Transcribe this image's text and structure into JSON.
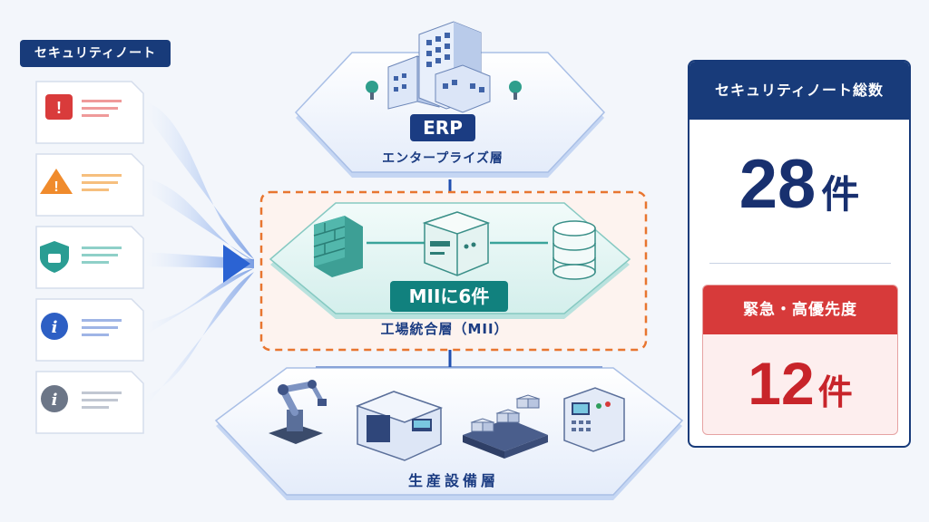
{
  "notes_title": "セキュリティノート",
  "notes": [
    {
      "icon": "error-icon",
      "symbol": "!",
      "color": "#d93b3b",
      "line_color": "#ef9a9a"
    },
    {
      "icon": "warning-icon",
      "symbol": "!",
      "color": "#f08b2c",
      "line_color": "#f6bf7e"
    },
    {
      "icon": "shield-icon",
      "symbol": "",
      "color": "#2a9d93",
      "line_color": "#8fd0c8"
    },
    {
      "icon": "info-icon",
      "symbol": "i",
      "color": "#2d5fc4",
      "line_color": "#9fb5e6"
    },
    {
      "icon": "info-gray-icon",
      "symbol": "i",
      "color": "#6c7687",
      "line_color": "#c1c7d2"
    }
  ],
  "layers": {
    "erp": {
      "label": "ERP",
      "sub": "エンタープライズ層"
    },
    "mii": {
      "label": "MIIに6件",
      "sub": "工場統合層（MII）"
    },
    "production": {
      "sub": "生産設備層"
    }
  },
  "summary": {
    "title": "セキュリティノート総数",
    "total_value": "28",
    "total_unit": "件",
    "urgent_title": "緊急・高優先度",
    "urgent_value": "12",
    "urgent_unit": "件"
  },
  "colors": {
    "navy": "#183b7a",
    "teal": "#11817e",
    "red": "#d73a3a",
    "accent_blue": "#2f6fd6",
    "dashed_orange": "#e8752f"
  }
}
